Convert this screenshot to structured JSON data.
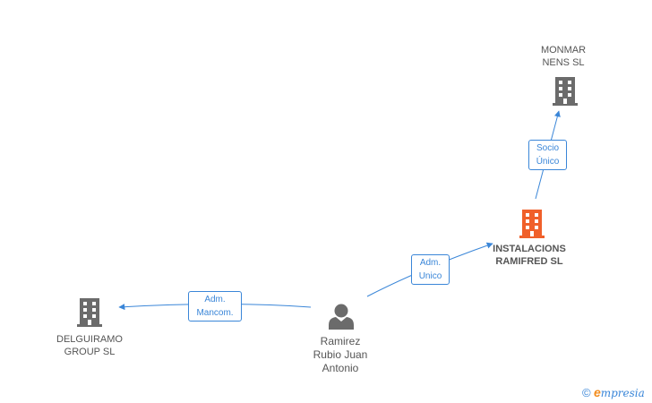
{
  "nodes": {
    "monmar": {
      "label": "MONMAR\nNENS SL",
      "icon": "building-icon",
      "color": "#6b6b6b"
    },
    "instalacions": {
      "label": "INSTALACIONS\nRAMIFRED SL",
      "icon": "building-icon",
      "color": "#f0602a"
    },
    "delguiramo": {
      "label": "DELGUIRAMO\nGROUP  SL",
      "icon": "building-icon",
      "color": "#6b6b6b"
    },
    "person": {
      "label": "Ramirez\nRubio Juan\nAntonio",
      "icon": "person-icon",
      "color": "#6b6b6b"
    }
  },
  "edges": {
    "socio_unico": {
      "label": "Socio\nÚnico",
      "from": "INSTALACIONS RAMIFRED SL",
      "to": "MONMAR NENS SL"
    },
    "adm_unico": {
      "label": "Adm.\nUnico",
      "from": "Ramirez Rubio Juan Antonio",
      "to": "INSTALACIONS RAMIFRED SL"
    },
    "adm_mancom": {
      "label": "Adm.\nMancom.",
      "from": "Ramirez Rubio Juan Antonio",
      "to": "DELGUIRAMO GROUP  SL"
    }
  },
  "colors": {
    "edge": "#3a86d8"
  },
  "brand": {
    "copyright": "©",
    "e": "e",
    "rest": "mpresia"
  }
}
